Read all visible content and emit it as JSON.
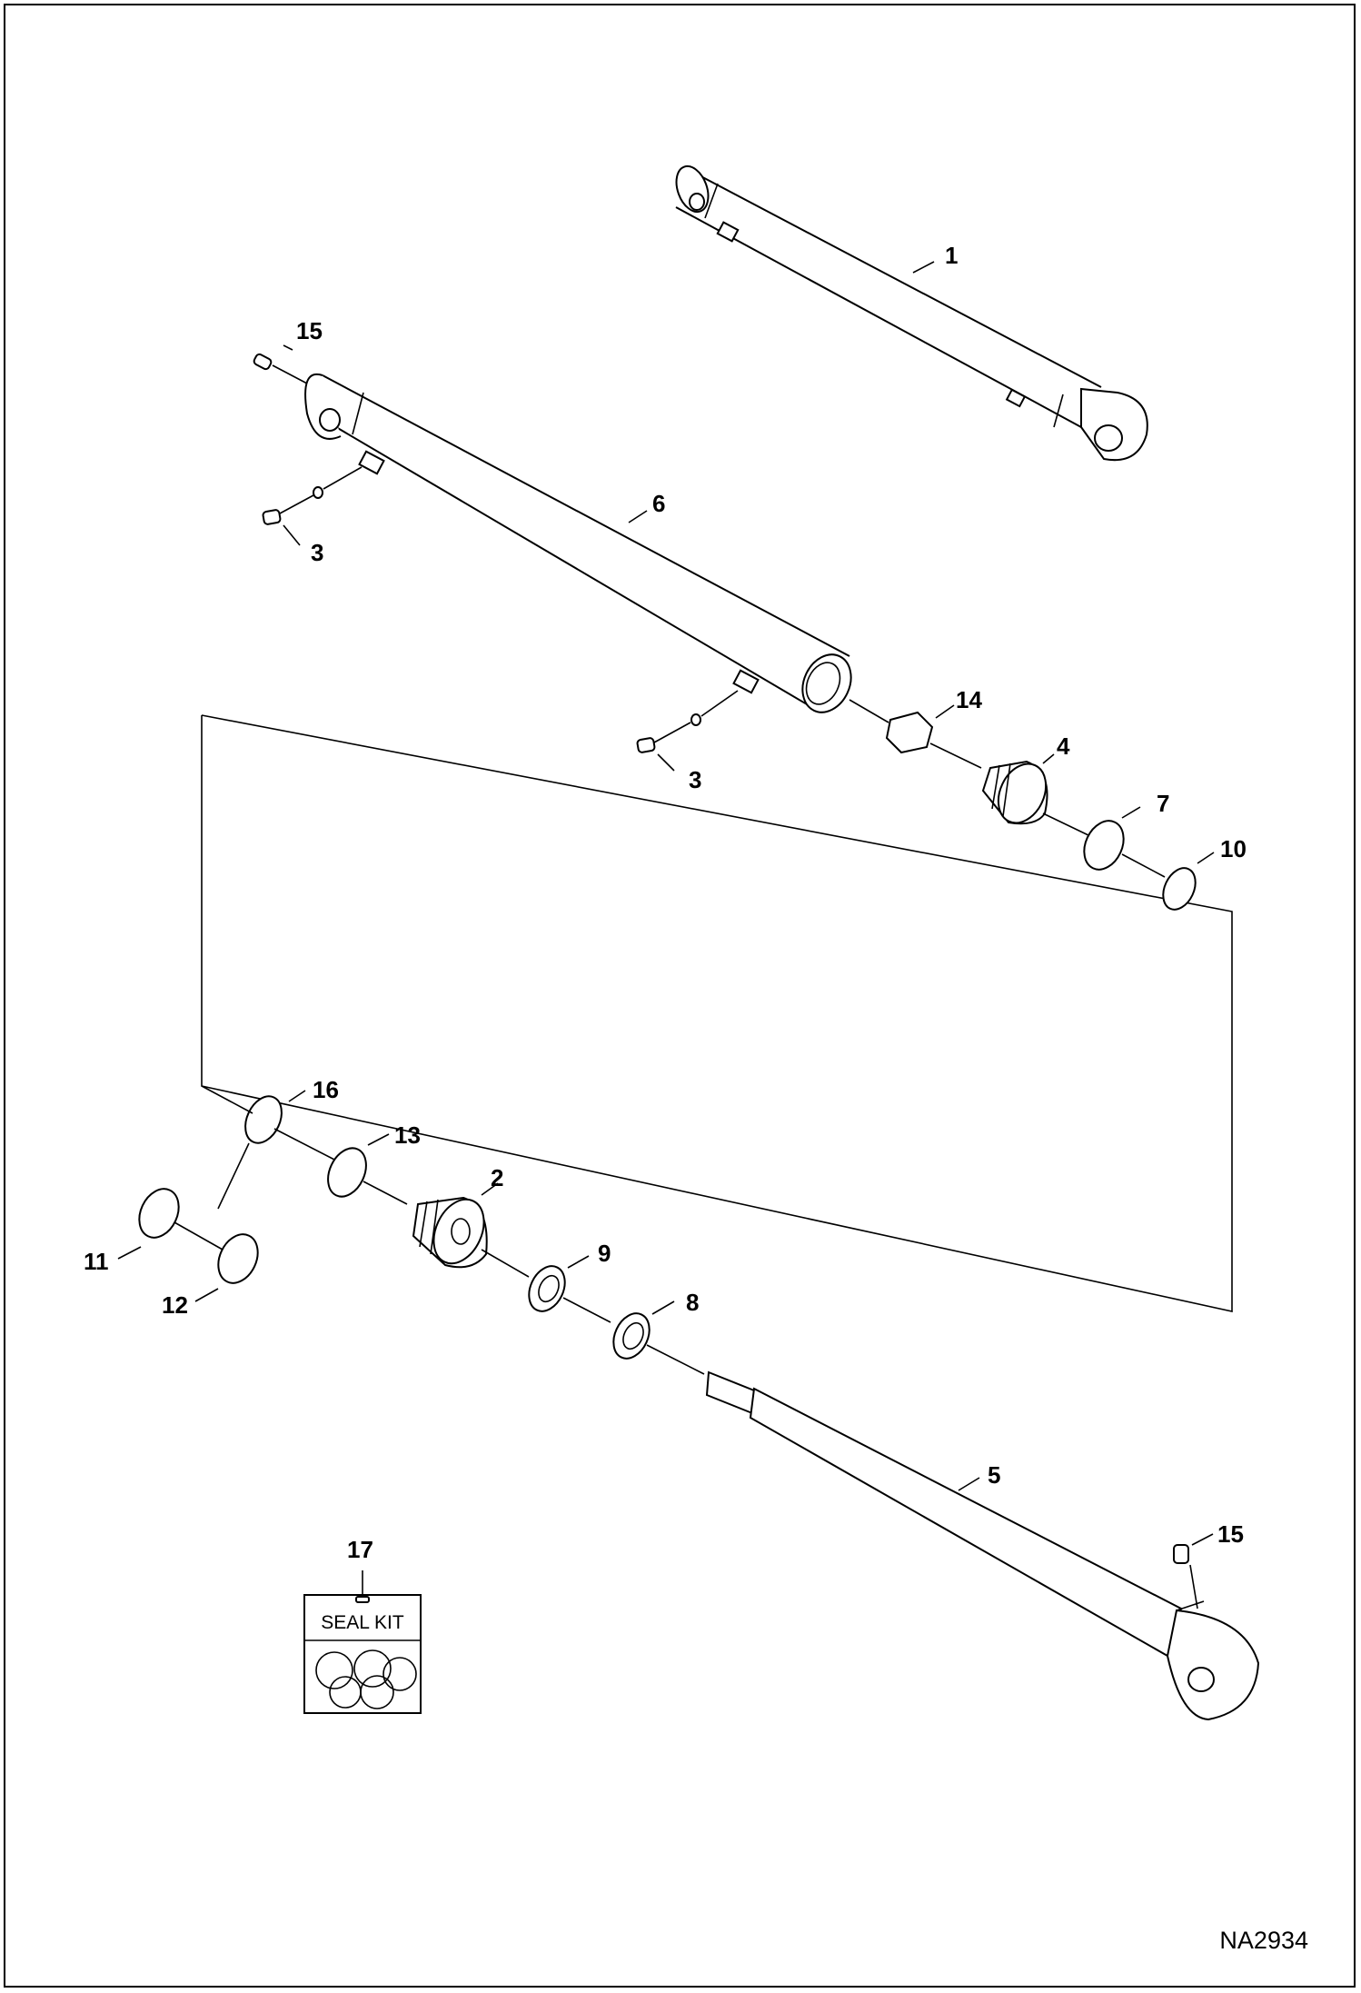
{
  "diagram": {
    "drawing_code": "NA2934",
    "seal_kit_label": "SEAL KIT",
    "callouts": {
      "c1": "1",
      "c2": "2",
      "c3a": "3",
      "c3b": "3",
      "c4": "4",
      "c5": "5",
      "c6": "6",
      "c7": "7",
      "c8": "8",
      "c9": "9",
      "c10": "10",
      "c11": "11",
      "c12": "12",
      "c13": "13",
      "c14": "14",
      "c15a": "15",
      "c15b": "15",
      "c16": "16",
      "c17": "17"
    }
  }
}
